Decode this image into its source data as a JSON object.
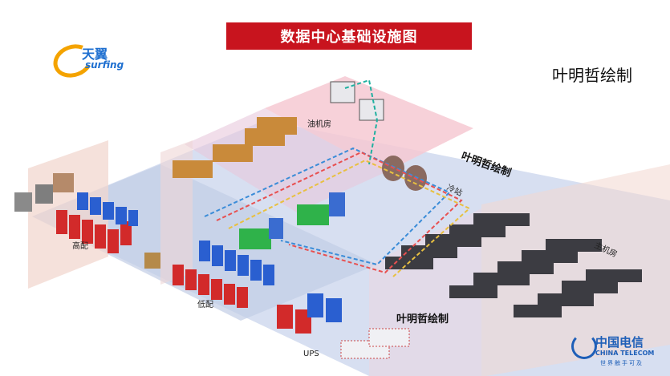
{
  "header": {
    "title": "数据中心基础设施图",
    "author": "叶明哲绘制"
  },
  "brand": {
    "tianyi_cn": "天翼",
    "tianyi_en": "surfing"
  },
  "telecom": {
    "name_cn": "中国电信",
    "name_en": "CHINA TELECOM",
    "slogan": "世界触手可及"
  },
  "rooms": {
    "oil": "油机房",
    "cooling": "冷站",
    "high_voltage": "高配",
    "low_voltage": "低配",
    "ups": "UPS",
    "server": "主机房"
  },
  "watermarks": [
    "叶明哲绘制",
    "叶明哲绘制"
  ],
  "colors": {
    "accent": "#c8141e",
    "brand_blue": "#1e6fd0",
    "floor": "#d6def0"
  }
}
